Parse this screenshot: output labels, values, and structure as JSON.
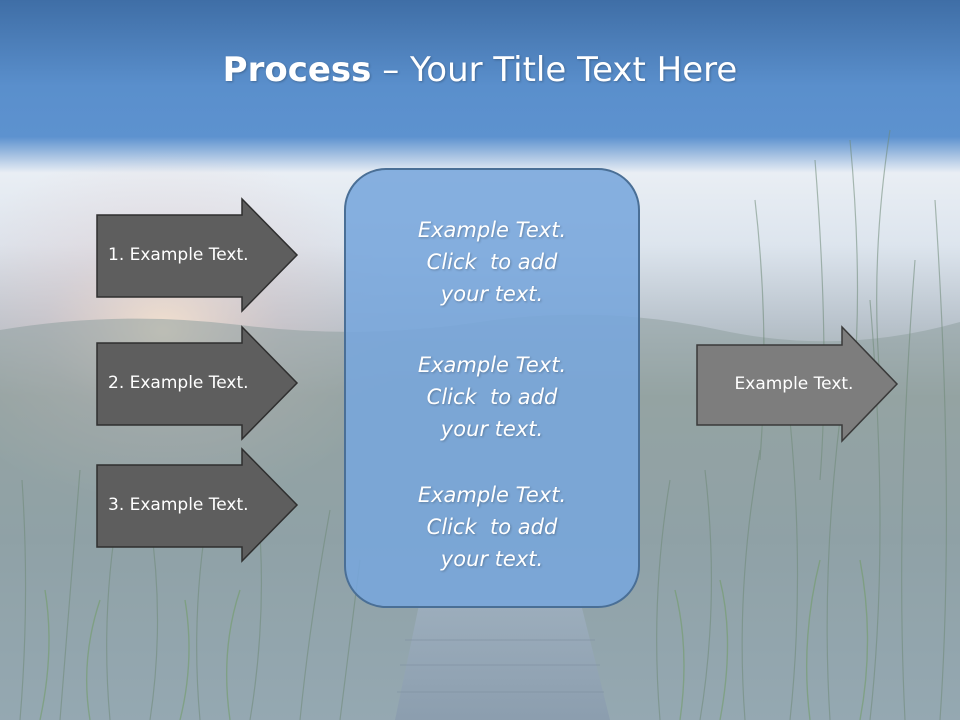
{
  "slide": {
    "title_bold": "Process",
    "title_dash": " – ",
    "title_rest": "Your Title Text Here",
    "left_arrows": [
      {
        "label": "1. Example Text."
      },
      {
        "label": "2. Example Text."
      },
      {
        "label": "3. Example Text."
      }
    ],
    "center_box": {
      "paragraphs": [
        {
          "lines": [
            "Example Text.",
            "Click  to add",
            "your text."
          ]
        },
        {
          "lines": [
            "Example Text.",
            "Click  to add",
            "your text."
          ]
        },
        {
          "lines": [
            "Example Text.",
            "Click  to add",
            "your text."
          ]
        }
      ]
    },
    "right_arrow": {
      "label": "Example Text."
    }
  },
  "colors": {
    "title_band": "#4f86c6",
    "left_arrow_fill": "#5e5e5e",
    "right_arrow_fill": "#7d7d7d",
    "center_box_fill": "#7ba7dc",
    "center_box_border": "#4a6f96"
  }
}
